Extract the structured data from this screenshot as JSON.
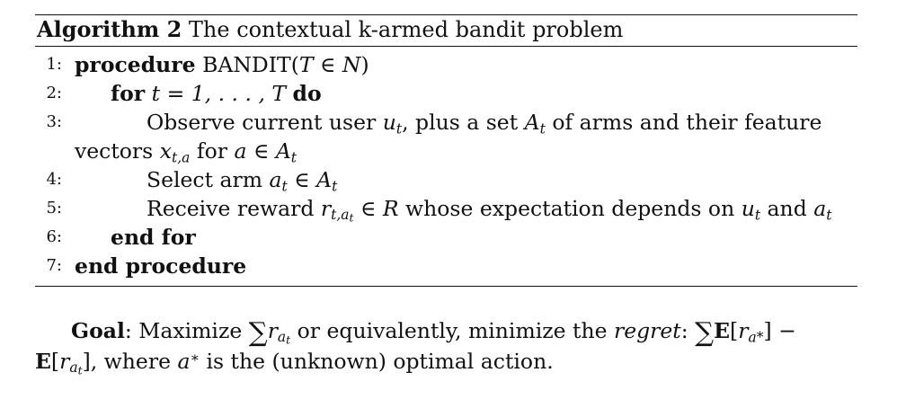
{
  "algorithm": {
    "label": "Algorithm 2",
    "title": "The contextual k-armed bandit problem",
    "lines": [
      {
        "num": "1:",
        "keyword": "procedure",
        "name": "BANDIT",
        "arg": "T ∈ N"
      },
      {
        "num": "2:",
        "keyword_for": "for",
        "expr": "t = 1, . . . , T",
        "keyword_do": "do"
      },
      {
        "num": "3:",
        "text_a": "Observe current user",
        "text_b": "plus a set",
        "text_c": "of arms and their feature",
        "text_d": "vectors",
        "text_e": "for"
      },
      {
        "num": "4:",
        "text": "Select arm"
      },
      {
        "num": "5:",
        "text_a": "Receive reward",
        "text_b": "whose expectation depends on",
        "text_c": "and"
      },
      {
        "num": "6:",
        "keyword": "end for"
      },
      {
        "num": "7:",
        "keyword": "end procedure"
      }
    ]
  },
  "goal": {
    "label": "Goal",
    "text_a": "Maximize",
    "text_b": "or equivalently, minimize the",
    "regret": "regret",
    "text_c": "where",
    "text_d": "is the (unknown) optimal action."
  }
}
